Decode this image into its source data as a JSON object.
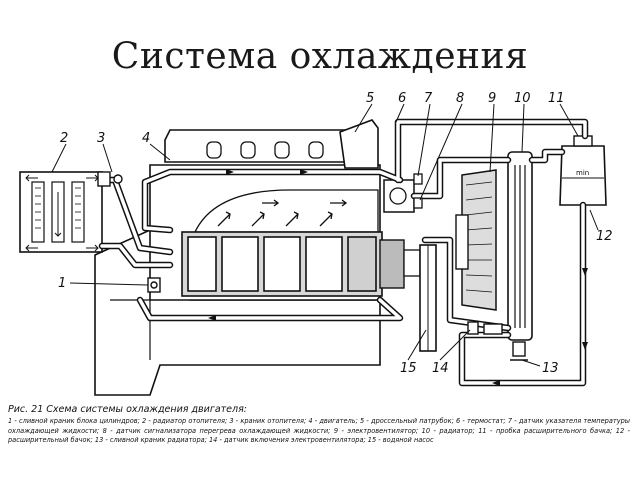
{
  "slide": {
    "title": "Система охлаждения"
  },
  "diagram": {
    "callouts": [
      "1",
      "2",
      "3",
      "4",
      "5",
      "6",
      "7",
      "8",
      "9",
      "10",
      "11",
      "12",
      "13",
      "14",
      "15"
    ],
    "tank_label": "min"
  },
  "caption": {
    "title": "Рис. 21 Схема системы охлаждения двигателя:",
    "text": "1 - сливной краник блока цилиндров; 2 - радиатор отопителя; 3 - краник отопителя; 4 - двигатель; 5 - дроссельный патрубок; 6 - термостат; 7 - датчик указателя температуры охлаждающей жидкости; 8 - датчик сигнализатора перегрева охлаждающей жидкости; 9 - электровентилятор; 10 - радиатор; 11 - пробка расширительного бачка; 12 - расширительный бачок; 13 - сливной краник радиатора; 14 - датчик включения электровентилятора; 15 - водяной насос"
  }
}
